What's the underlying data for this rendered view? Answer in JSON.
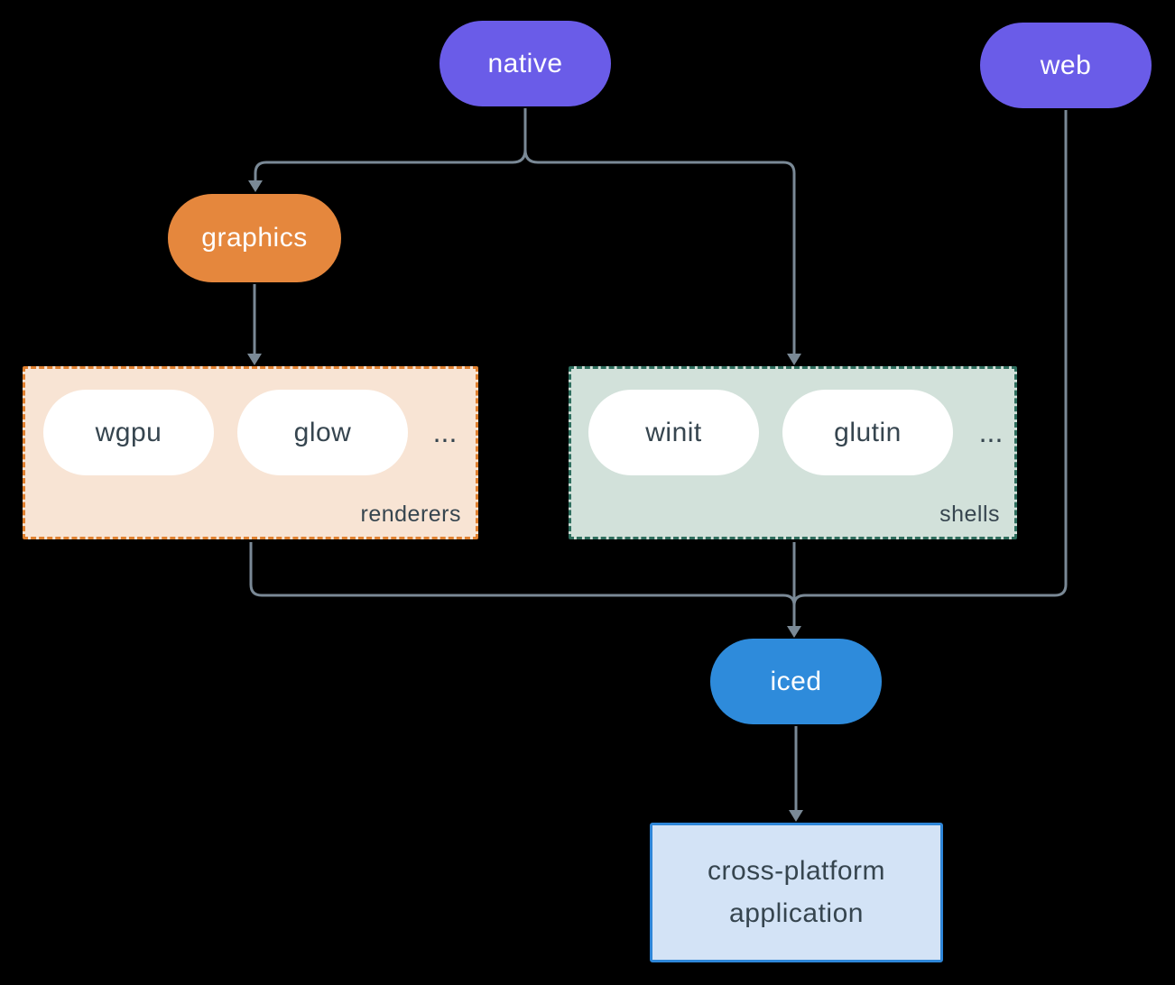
{
  "nodes": {
    "native": {
      "label": "native",
      "fill": "#6A5CE8"
    },
    "web": {
      "label": "web",
      "fill": "#6A5CE8"
    },
    "graphics": {
      "label": "graphics",
      "fill": "#E5873D"
    },
    "iced": {
      "label": "iced",
      "fill": "#2E8BDB"
    },
    "application": {
      "line1": "cross-platform",
      "line2": "application",
      "fill": "#D3E3F6",
      "border": "#2E86D8"
    }
  },
  "groups": {
    "renderers": {
      "label": "renderers",
      "fill": "#F8E4D4",
      "border": "#E0802F",
      "items": [
        {
          "label": "wgpu"
        },
        {
          "label": "glow"
        }
      ],
      "ellipsis": "..."
    },
    "shells": {
      "label": "shells",
      "fill": "#D2E1DA",
      "border": "#2E6E5E",
      "items": [
        {
          "label": "winit"
        },
        {
          "label": "glutin"
        }
      ],
      "ellipsis": "..."
    }
  },
  "colors": {
    "background": "#000000",
    "connector": "#7A8996",
    "node_text": "#FFFFFF",
    "dark_text": "#36454F"
  }
}
